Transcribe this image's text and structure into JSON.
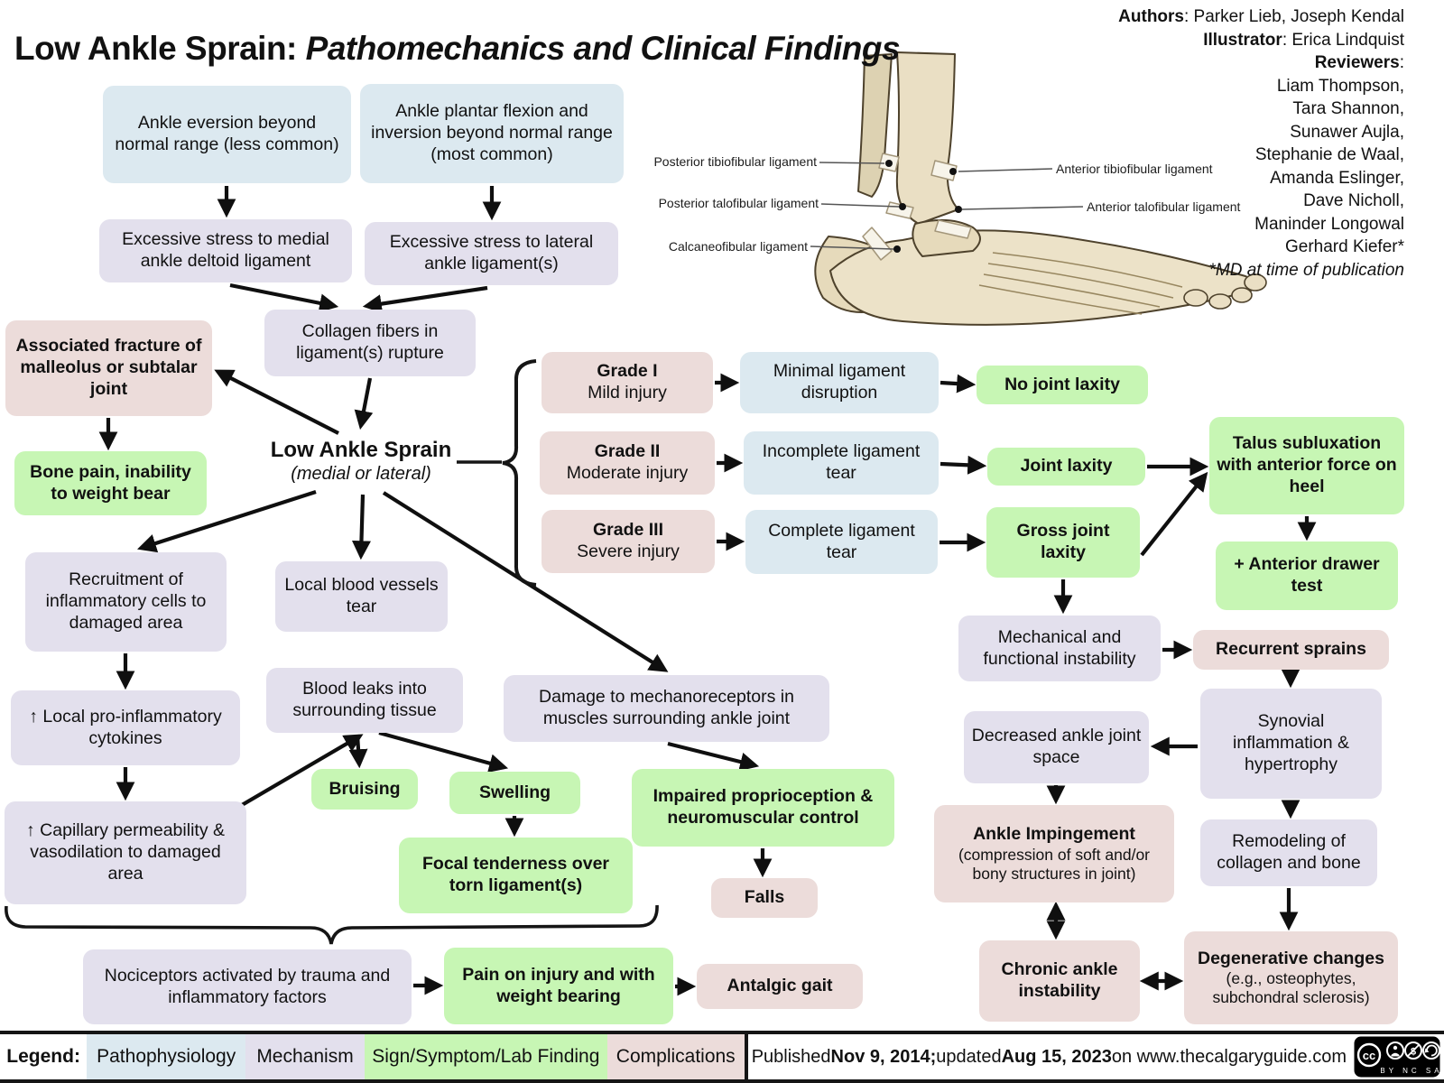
{
  "title": {
    "main": "Low Ankle Sprain:",
    "sub": " Pathomechanics and Clinical Findings"
  },
  "credits": {
    "authors_label": "Authors",
    "authors_text": ": Parker Lieb, Joseph Kendal",
    "illustrator_label": "Illustrator",
    "illustrator_text": ": Erica Lindquist",
    "reviewers_label": "Reviewers",
    "reviewers_colon": ":",
    "reviewers": [
      "Liam Thompson,",
      "Tara Shannon,",
      "Sunawer Aujla,",
      "Stephanie de Waal,",
      "Amanda Eslinger,",
      "Dave Nicholl,",
      "Maninder Longowal",
      "Gerhard Kiefer*"
    ],
    "md_note": "*MD at time of publication"
  },
  "anatomy": {
    "posterior_tibiofibular": "Posterior tibiofibular ligament",
    "posterior_talofibular": "Posterior talofibular ligament",
    "calcaneofibular": "Calcaneofibular ligament",
    "anterior_tibiofibular": "Anterior tibiofibular ligament",
    "anterior_talofibular": "Anterior talofibular ligament"
  },
  "nodes": {
    "eversion": "Ankle eversion beyond normal range (less common)",
    "plantar_inversion": "Ankle plantar flexion and inversion beyond normal range (most common)",
    "stress_medial": "Excessive stress to medial ankle deltoid ligament",
    "stress_lateral": "Excessive stress to lateral ankle ligament(s)",
    "collagen_rupture": "Collagen fibers in ligament(s) rupture",
    "associated_fracture": "Associated fracture of malleolus or subtalar joint",
    "bone_pain": "Bone pain, inability to weight bear",
    "low_ankle_sprain": {
      "title": "Low Ankle Sprain",
      "subtitle": "(medial or lateral)"
    },
    "grade1": {
      "title": "Grade I",
      "subtitle": "Mild injury"
    },
    "grade2": {
      "title": "Grade II",
      "subtitle": "Moderate injury"
    },
    "grade3": {
      "title": "Grade III",
      "subtitle": "Severe injury"
    },
    "minimal_disruption": "Minimal ligament disruption",
    "incomplete_tear": "Incomplete ligament tear",
    "complete_tear": "Complete ligament tear",
    "no_laxity": "No joint laxity",
    "joint_laxity": "Joint laxity",
    "gross_laxity": "Gross joint laxity",
    "talus_subluxation": "Talus subluxation with anterior force on heel",
    "anterior_drawer": "+ Anterior drawer test",
    "mech_instability": "Mechanical and functional instability",
    "recurrent_sprains": "Recurrent sprains",
    "synovial": "Synovial inflammation & hypertrophy",
    "decreased_space": "Decreased ankle joint space",
    "impingement": {
      "title": "Ankle Impingement",
      "subtitle": "(compression of soft and/or bony structures in joint)"
    },
    "remodeling": "Remodeling of collagen and bone",
    "chronic_instability": "Chronic ankle instability",
    "degenerative": {
      "title": "Degenerative changes",
      "subtitle": "(e.g., osteophytes, subchondral sclerosis)"
    },
    "recruitment": "Recruitment of inflammatory cells to damaged area",
    "local_vessels": "Local blood vessels tear",
    "cytokines": "↑ Local pro-inflammatory cytokines",
    "blood_leaks": "Blood leaks into surrounding tissue",
    "capillary": "↑ Capillary permeability & vasodilation to damaged area",
    "bruising": "Bruising",
    "swelling": "Swelling",
    "focal_tenderness": "Focal tenderness over torn ligament(s)",
    "mechanoreceptors": "Damage to mechanoreceptors in muscles surrounding ankle joint",
    "impaired_proprio": "Impaired proprioception & neuromuscular control",
    "falls": "Falls",
    "nociceptors": "Nociceptors activated by trauma and inflammatory factors",
    "pain_weight": "Pain on injury and with weight bearing",
    "antalgic": "Antalgic gait"
  },
  "legend": {
    "label": "Legend:",
    "items": [
      {
        "label": "Pathophysiology",
        "color": "#dce9f0"
      },
      {
        "label": "Mechanism",
        "color": "#e3e0ed"
      },
      {
        "label": "Sign/Symptom/Lab Finding",
        "color": "#c7f6b4"
      },
      {
        "label": "Complications",
        "color": "#ecdcda"
      }
    ]
  },
  "footer": {
    "published_prefix": "Published ",
    "published_date": "Nov 9, 2014;",
    "updated_prefix": " updated ",
    "updated_date": "Aug 15, 2023",
    "published_suffix": " on www.thecalgaryguide.com",
    "license_icons": [
      "cc-icon",
      "by-icon",
      "nc-icon",
      "sa-icon"
    ],
    "license_small_text": "BY NC SA"
  },
  "colors": {
    "pathophysiology": "#dce9f0",
    "mechanism": "#e3e0ed",
    "sign_symptom": "#c7f6b4",
    "complication": "#ecdcda",
    "arrow": "#0f0f0f",
    "bone_fill": "#eadfc4",
    "bone_outline": "#4e422c"
  }
}
